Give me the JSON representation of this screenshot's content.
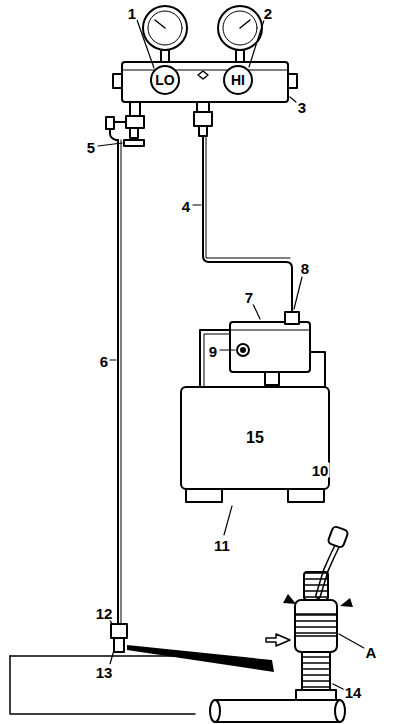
{
  "diagram": {
    "nodes": [
      {
        "text": [
          "LO"
        ]
      },
      {
        "text": [
          "HI"
        ]
      },
      {
        "text": [
          "15"
        ]
      }
    ],
    "labels": [
      "1",
      "2",
      "3",
      "5",
      "4",
      "6",
      "7",
      "8",
      "9",
      "10",
      "11",
      "12",
      "13",
      "A",
      "14"
    ]
  }
}
